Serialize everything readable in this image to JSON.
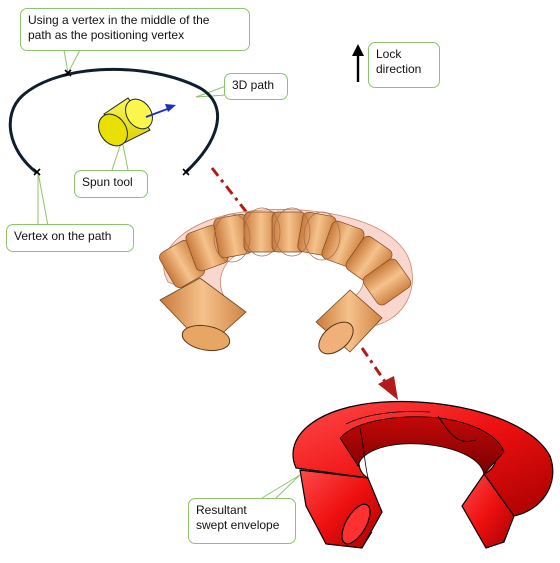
{
  "callouts": {
    "positioning_vertex": [
      "Using a vertex in the middle of the",
      "path as the positioning vertex"
    ],
    "path_3d": "3D path",
    "lock_direction": [
      "Lock",
      "direction"
    ],
    "spun_tool": "Spun tool",
    "vertex_on_path": "Vertex on the path",
    "swept_envelope": [
      "Resultant",
      "swept envelope"
    ]
  },
  "colors": {
    "callout_border": "#8cc56c",
    "path": "#0f1e2e",
    "tool": "#f2ee14",
    "tool_direction_arrow": "#1b2fc4",
    "process_arrow": "#b01c1c",
    "intermediate_shape": "#e9a666",
    "result_shape": "#f21212"
  },
  "icons": [
    "lock-direction-arrow-icon",
    "vertex-cross-icon",
    "direction-arrow-icon",
    "process-arrow-icon"
  ]
}
